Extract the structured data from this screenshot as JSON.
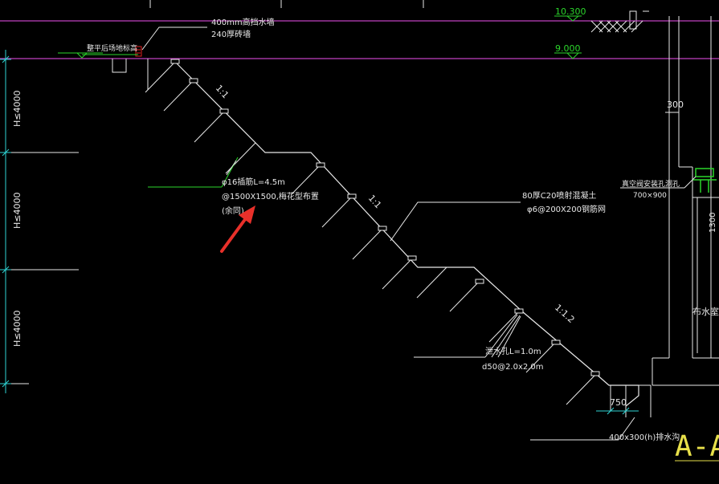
{
  "colors": {
    "background": "#000000",
    "line": "#e8e8e8",
    "magenta": "#c040c0",
    "green": "#2bd62b",
    "cyan": "#2fd4d4",
    "red": "#e02020",
    "arrow": "#e8302a"
  },
  "elevations": {
    "top": "10.300",
    "lower": "9.000"
  },
  "labels": {
    "retaining_wall_1": "400mm高挡水墙",
    "retaining_wall_2": "240厚砖墙",
    "ground_left": "整平后场地标高",
    "slope_1": "1:1",
    "slope_2": "1:1",
    "slope_3": "1:1.2",
    "anchor_1": "φ16插筋L=4.5m",
    "anchor_2": "@1500X1500,梅花型布置",
    "anchor_3": "(余同)",
    "shotcrete_1": "80厚C20喷射混凝土",
    "shotcrete_2": "φ6@200X200钢筋网",
    "drain_1": "泄水孔L=1.0m",
    "drain_2": "d50@2.0x2.0m",
    "dim_300": "300",
    "hole_1": "真空阀安装孔洞孔",
    "hole_2": "700×900",
    "dim_1300": "1300",
    "water_room": "布水室",
    "dim_750": "750",
    "ditch": "400x300(h)排水沟",
    "section": "A-A",
    "h1": "H≤4000",
    "h2": "H≤4000",
    "h3": "H≤4000"
  }
}
